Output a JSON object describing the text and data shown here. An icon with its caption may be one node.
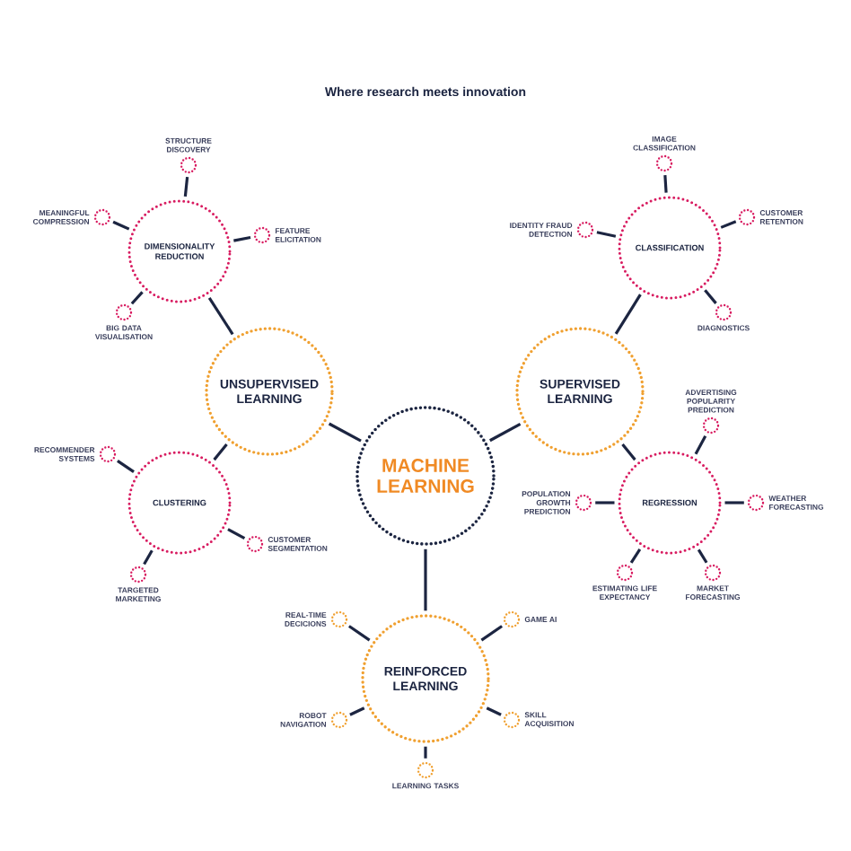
{
  "diagram": {
    "nodes": [
      {
        "text": [
          "MACHINE LEARNING"
        ]
      },
      {
        "text": [
          "UNSUPERVISED LEARNING"
        ]
      },
      {
        "text": [
          "SUPERVISED LEARNING"
        ]
      },
      {
        "text": [
          "REINFORCED LEARNING"
        ]
      },
      {
        "text": [
          "DIMENSIONALITY REDUCTION"
        ]
      },
      {
        "text": [
          "CLASSIFICATION"
        ]
      },
      {
        "text": [
          "CLUSTERING"
        ]
      },
      {
        "text": [
          "REGRESSION"
        ]
      },
      {
        "text": [
          "STRUCTURE DISCOVERY"
        ]
      },
      {
        "text": [
          "MEANINGFUL COMPRESSION"
        ]
      },
      {
        "text": [
          "FEATURE ELICITATION"
        ]
      },
      {
        "text": [
          "BIG DATA VISUALISATION"
        ]
      },
      {
        "text": [
          "IMAGE CLASSIFICATION"
        ]
      },
      {
        "text": [
          "IDENTITY FRAUD DETECTION"
        ]
      },
      {
        "text": [
          "CUSTOMER RETENTION"
        ]
      },
      {
        "text": [
          "DIAGNOSTICS"
        ]
      },
      {
        "text": [
          "RECOMMENDER SYSTEMS"
        ]
      },
      {
        "text": [
          "CUSTOMER SEGMENTATION"
        ]
      },
      {
        "text": [
          "TARGETED MARKETING"
        ]
      },
      {
        "text": [
          "ADVERTISING POPULARITY PREDICTION"
        ]
      },
      {
        "text": [
          "POPULATION GROWTH PREDICTION"
        ]
      },
      {
        "text": [
          "WEATHER FORECASTING"
        ]
      },
      {
        "text": [
          "ESTIMATING LIFE EXPECTANCY"
        ]
      },
      {
        "text": [
          "MARKET FORECASTING"
        ]
      },
      {
        "text": [
          "REAL-TIME DECICIONS"
        ]
      },
      {
        "text": [
          "GAME AI"
        ]
      },
      {
        "text": [
          "ROBOT NAVIGATION"
        ]
      },
      {
        "text": [
          "SKILL ACQUISITION"
        ]
      },
      {
        "text": [
          "LEARNING TASKS"
        ]
      }
    ],
    "edges": [
      {
        "from": 0,
        "to": 1,
        "arrow": "none"
      },
      {
        "from": 0,
        "to": 2,
        "arrow": "none"
      },
      {
        "from": 0,
        "to": 3,
        "arrow": "none"
      },
      {
        "from": 1,
        "to": 4,
        "arrow": "none"
      },
      {
        "from": 1,
        "to": 6,
        "arrow": "none"
      },
      {
        "from": 2,
        "to": 5,
        "arrow": "none"
      },
      {
        "from": 2,
        "to": 7,
        "arrow": "none"
      },
      {
        "from": 4,
        "to": 8,
        "arrow": "none"
      },
      {
        "from": 4,
        "to": 9,
        "arrow": "none"
      },
      {
        "from": 4,
        "to": 10,
        "arrow": "none"
      },
      {
        "from": 4,
        "to": 11,
        "arrow": "none"
      },
      {
        "from": 5,
        "to": 12,
        "arrow": "none"
      },
      {
        "from": 5,
        "to": 13,
        "arrow": "none"
      },
      {
        "from": 5,
        "to": 14,
        "arrow": "none"
      },
      {
        "from": 5,
        "to": 15,
        "arrow": "none"
      },
      {
        "from": 6,
        "to": 16,
        "arrow": "none"
      },
      {
        "from": 6,
        "to": 17,
        "arrow": "none"
      },
      {
        "from": 6,
        "to": 18,
        "arrow": "none"
      },
      {
        "from": 7,
        "to": 19,
        "arrow": "none"
      },
      {
        "from": 7,
        "to": 20,
        "arrow": "none"
      },
      {
        "from": 7,
        "to": 21,
        "arrow": "none"
      },
      {
        "from": 7,
        "to": 22,
        "arrow": "none"
      },
      {
        "from": 7,
        "to": 23,
        "arrow": "none"
      },
      {
        "from": 3,
        "to": 24,
        "arrow": "none"
      },
      {
        "from": 3,
        "to": 25,
        "arrow": "none"
      },
      {
        "from": 3,
        "to": 26,
        "arrow": "none"
      },
      {
        "from": 3,
        "to": 27,
        "arrow": "none"
      },
      {
        "from": 3,
        "to": 28,
        "arrow": "none"
      }
    ],
    "labels": [
      "Where research meets innovation"
    ]
  }
}
